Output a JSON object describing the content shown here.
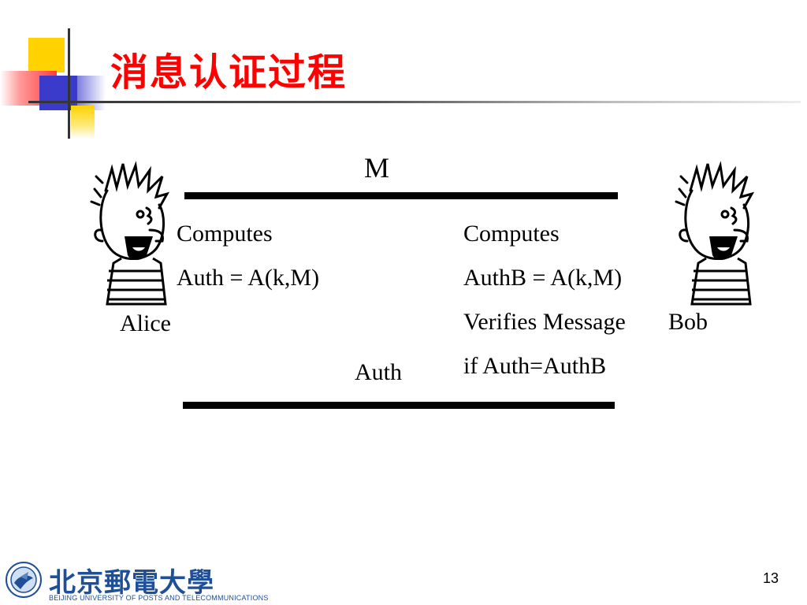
{
  "slide": {
    "title": "消息认证过程",
    "page_number": "13"
  },
  "diagram": {
    "message_label": "M",
    "auth_label": "Auth",
    "alice": {
      "name": "Alice",
      "line1": "Computes",
      "line2": "Auth = A(k,M)"
    },
    "bob": {
      "name": "Bob",
      "line1": "Computes",
      "line2": "AuthB = A(k,M)",
      "line3": "Verifies Message",
      "line4": "if Auth=AuthB"
    }
  },
  "footer": {
    "logo_cn": "北京郵電大學",
    "logo_en": "BEIJING UNIVERSITY OF POSTS AND TELECOMMUNICATIONS"
  },
  "colors": {
    "title": "#ff0000",
    "logo": "#1f4f96",
    "accent_yellow": "#ffd200",
    "accent_blue": "#3a3acb",
    "accent_red": "#ff3b3b"
  },
  "icons": {
    "alice_figure": "cartoon-person-icon",
    "bob_figure": "cartoon-person-icon",
    "university_emblem": "university-emblem-icon"
  }
}
